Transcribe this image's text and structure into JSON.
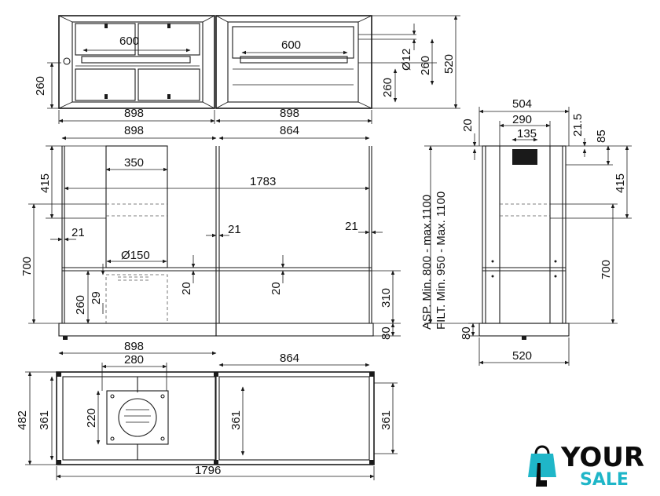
{
  "colors": {
    "line": "#1a1a1a",
    "accent": "#1fb6c8",
    "logo_text": "#0b0b0b"
  },
  "top_view": {
    "width_left": "898",
    "width_right": "898",
    "drawer_width_left": "600",
    "drawer_width_right": "600",
    "height_left": "260",
    "height_right_inner": "260",
    "height_total": "520",
    "hole_label": "Ø12",
    "height_right_outer": "260"
  },
  "front_view": {
    "width_left": "898",
    "width_right": "864",
    "chimney_width": "350",
    "inner_span": "1783",
    "chimney_height": "415",
    "cabinet_height": "700",
    "side_left": "21",
    "side_mid": "21",
    "side_right": "21",
    "duct_label": "Ø150",
    "shelf_left": "20",
    "shelf_right": "20",
    "base_left": "260",
    "base_small": "29",
    "base_right": "310",
    "plinth": "80"
  },
  "side_view": {
    "depth": "504",
    "inner": "290",
    "duct": "135",
    "side": "20",
    "offset1": "21.5",
    "offset2": "85",
    "chimney_h": "415",
    "cabinet_h": "700",
    "plinth": "80",
    "bottom": "520",
    "asp_label": "ASP. Min. 800 - max.1100",
    "filt_label": "FILT. Min. 950 - Max. 1100"
  },
  "plan_view": {
    "width_left": "898",
    "cutout": "280",
    "width_right": "864",
    "depth_total": "482",
    "depth_inner_left": "361",
    "cut_depth": "220",
    "depth_inner_mid": "361",
    "depth_inner_right": "361",
    "total": "1796"
  },
  "logo": {
    "line1": "YOUR",
    "line2": "SALE",
    "icon": "shopping-bag-hand-icon"
  }
}
